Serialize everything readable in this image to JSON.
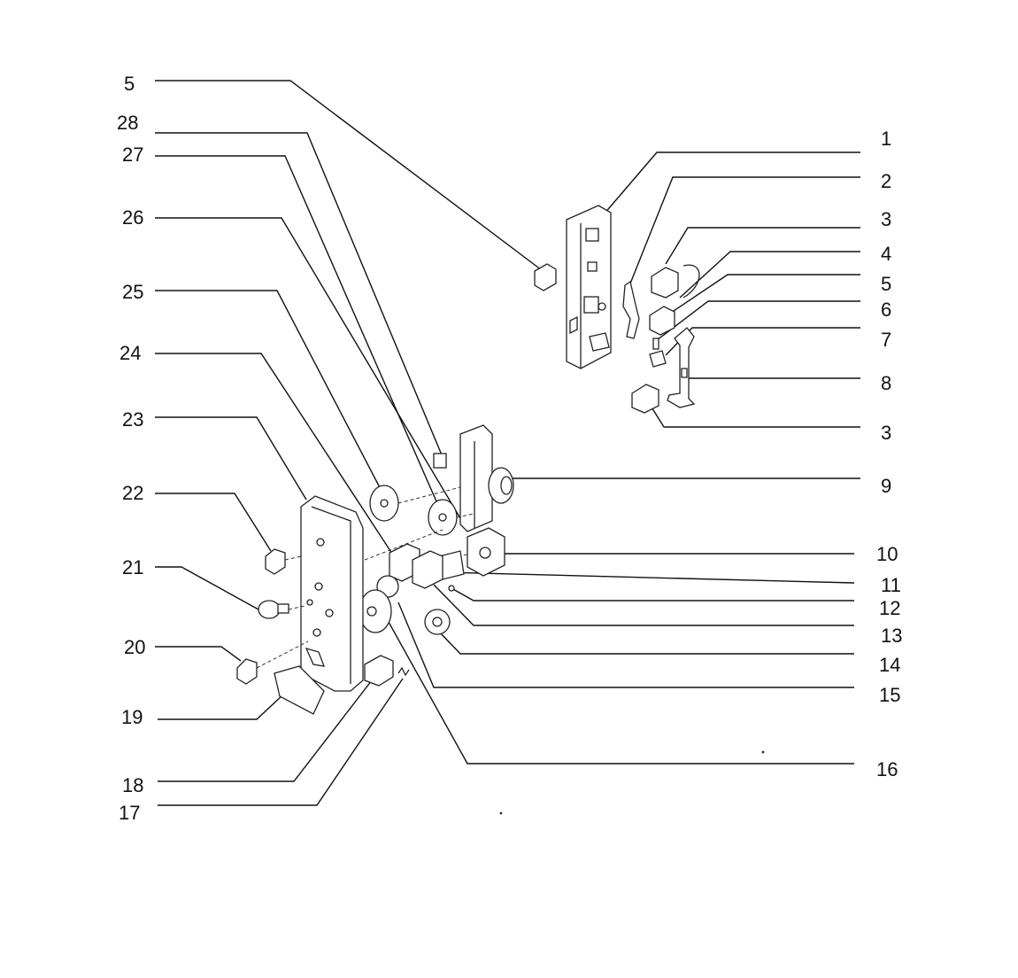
{
  "callouts": {
    "l_5": "5",
    "l_28": "28",
    "l_27": "27",
    "l_26": "26",
    "l_25": "25",
    "l_24": "24",
    "l_23": "23",
    "l_22": "22",
    "l_21": "21",
    "l_20": "20",
    "l_19": "19",
    "l_18": "18",
    "l_17": "17",
    "r_1": "1",
    "r_2": "2",
    "r_3a": "3",
    "r_4": "4",
    "r_5": "5",
    "r_6": "6",
    "r_7": "7",
    "r_8": "8",
    "r_3b": "3",
    "r_9": "9",
    "r_10": "10",
    "r_11": "11",
    "r_12": "12",
    "r_13": "13",
    "r_14": "14",
    "r_15": "15",
    "r_16": "16"
  }
}
